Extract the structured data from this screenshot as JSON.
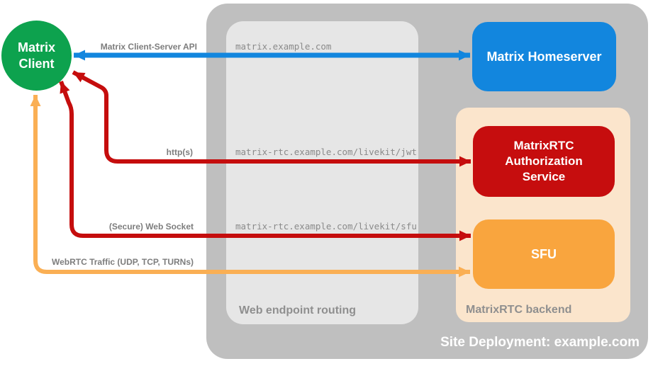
{
  "diagram": {
    "title_note": "",
    "nodes": {
      "matrix_client": {
        "label": "Matrix Client",
        "color": "#0DA24E",
        "shape": "circle"
      },
      "matrix_homeserver": {
        "label": "Matrix Homeserver",
        "color": "#1286DE",
        "shape": "rounded-rect"
      },
      "matrixrtc_auth": {
        "label": "MatrixRTC Authorization Service",
        "color": "#C60D0E",
        "shape": "rounded-rect"
      },
      "sfu": {
        "label": "SFU",
        "color": "#F9A53E",
        "shape": "rounded-rect"
      }
    },
    "containers": {
      "site_deployment": {
        "label": "Site Deployment: example.com",
        "color": "#BFBFBF"
      },
      "web_endpoint_routing": {
        "label": "Web endpoint routing",
        "color": "#E6E6E6"
      },
      "matrixrtc_backend": {
        "label": "MatrixRTC backend",
        "color": "#FBE5CC"
      }
    },
    "connections": [
      {
        "label": "Matrix Client-Server API",
        "endpoint": "matrix.example.com",
        "color": "#1286DE",
        "from": "matrix_client",
        "to": "matrix_homeserver",
        "bidirectional": true
      },
      {
        "label": "http(s)",
        "endpoint": "matrix-rtc.example.com/livekit/jwt",
        "color": "#C50D0D",
        "from": "matrix_client",
        "to": "matrixrtc_auth",
        "bidirectional": true
      },
      {
        "label": "(Secure) Web Socket",
        "endpoint": "matrix-rtc.example.com/livekit/sfu",
        "color": "#C50D0D",
        "from": "matrix_client",
        "to": "sfu",
        "bidirectional": true
      },
      {
        "label": "WebRTC Traffic (UDP, TCP, TURNs)",
        "endpoint": "",
        "color": "#FAAF54",
        "from": "matrix_client",
        "to": "sfu",
        "bidirectional": true
      }
    ]
  }
}
